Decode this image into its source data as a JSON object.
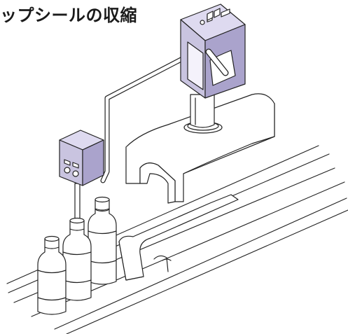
{
  "title": "ップシールの収縮",
  "colors": {
    "outline": "#222222",
    "device_body": "#c9c4e0",
    "device_side": "#aaa3cc",
    "device_top": "#dedaf0",
    "bottle": "#ffffff",
    "conveyor": "#ffffff"
  },
  "icons": [
    "heater-device",
    "control-box",
    "conveyor",
    "bottles"
  ]
}
